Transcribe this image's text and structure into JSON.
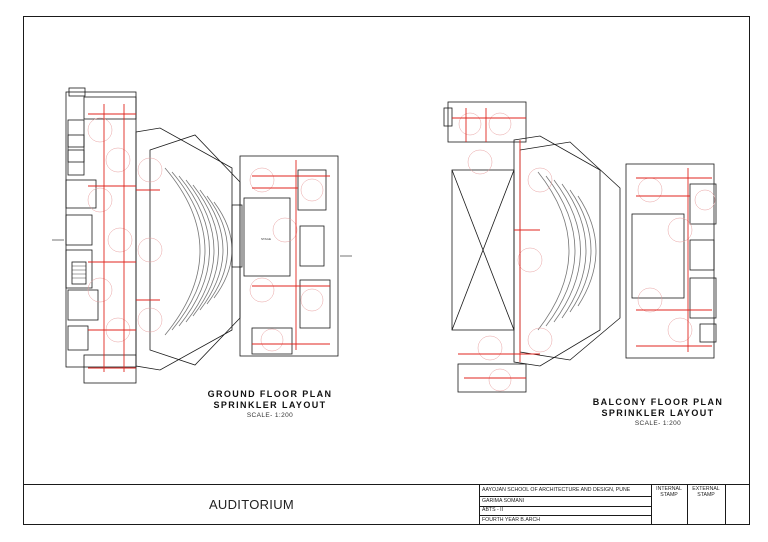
{
  "ground_plan": {
    "title_line1": "GROUND FLOOR PLAN",
    "title_line2": "SPRINKLER LAYOUT",
    "scale": "SCALE- 1:200",
    "room_labels": [
      "STAGE"
    ]
  },
  "balcony_plan": {
    "title_line1": "BALCONY FLOOR PLAN",
    "title_line2": "SPRINKLER LAYOUT",
    "scale": "SCALE- 1:200"
  },
  "title_block": {
    "project": "AUDITORIUM",
    "school": "AAYOJAN SCHOOL OF ARCHITECTURE AND DESIGN, PUNE",
    "student": "GARIMA SOMANI",
    "subject": "ABTS - II",
    "year": "FOURTH YEAR B.ARCH",
    "internal_stamp": "INTERNAL STAMP",
    "external_stamp": "EXTERNAL STAMP"
  },
  "colors": {
    "linework": "#1a1a1a",
    "sprinkler_pipe": "#e0261f",
    "sprinkler_coverage": "#e8a0a0",
    "seating": "#777777"
  }
}
